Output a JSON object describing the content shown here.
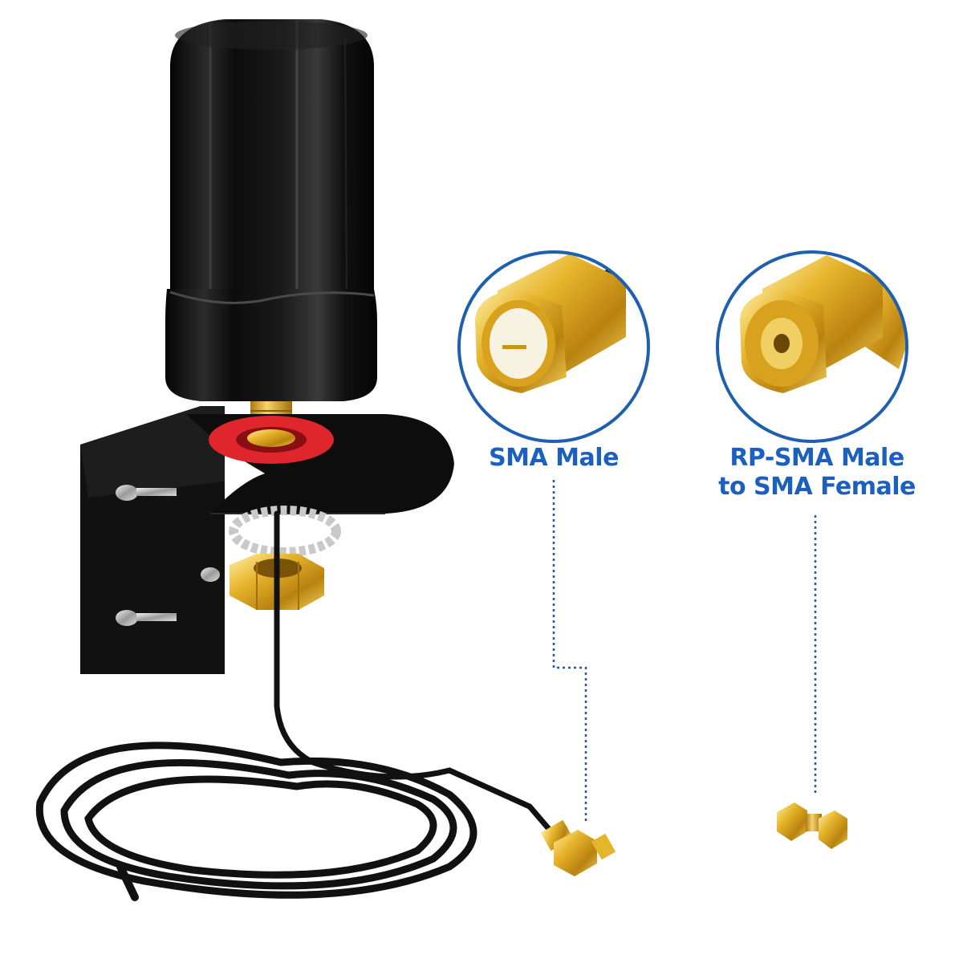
{
  "labels": {
    "sma_male": "SMA Male",
    "rp_sma_line1": "RP-SMA Male",
    "rp_sma_line2": "to SMA Female"
  },
  "colors": {
    "label_blue": "#1b5fbf",
    "ring_blue": "#1f5fb0",
    "antenna_black": "#141414",
    "gold": "#d9a21e",
    "gasket_red": "#e0262d"
  }
}
